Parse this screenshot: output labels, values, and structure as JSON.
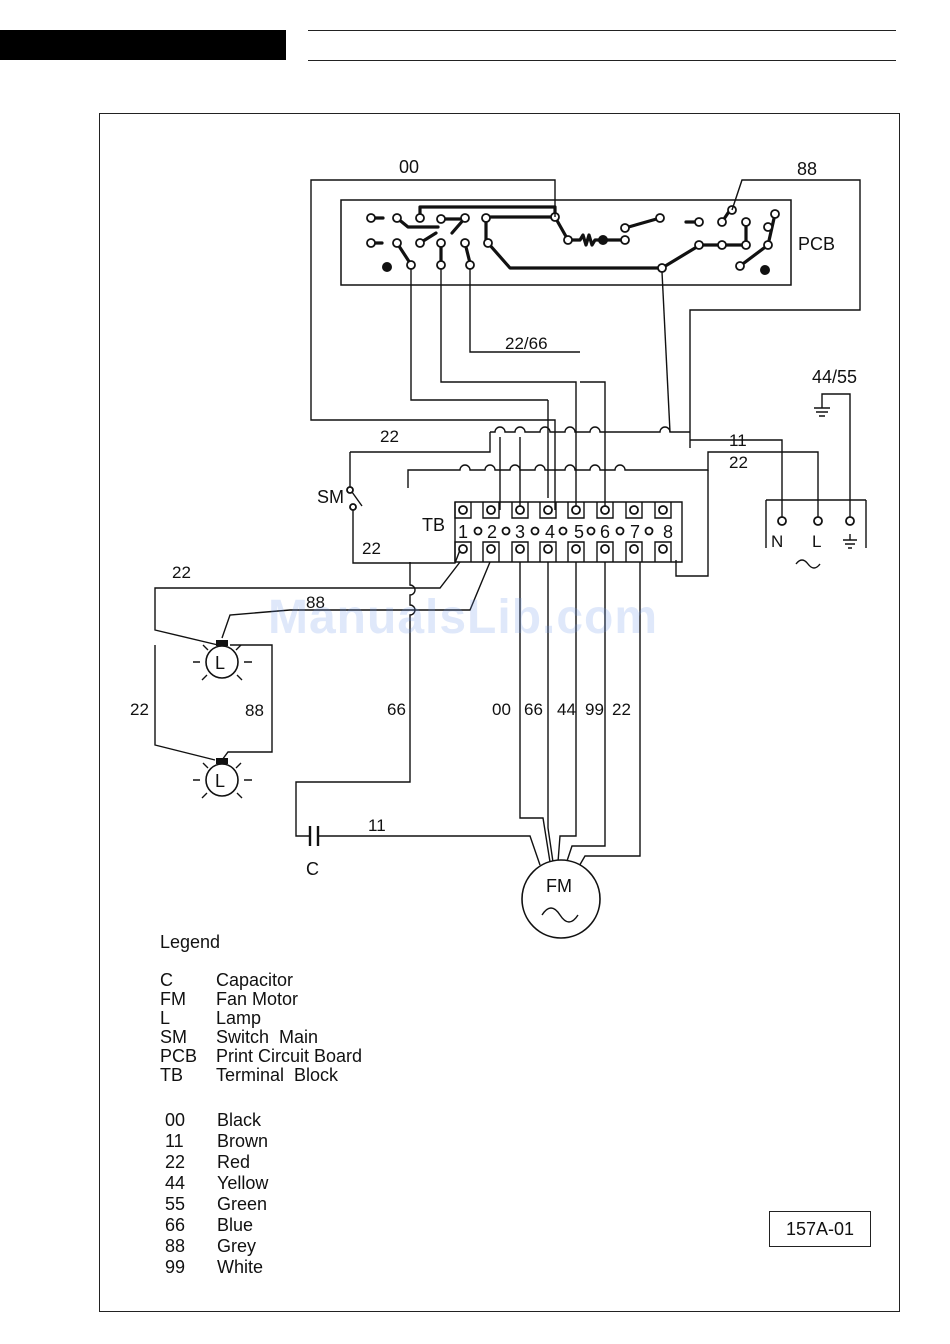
{
  "diagram": {
    "pcb_label": "PCB",
    "tb_label": "TB",
    "sm_label": "SM",
    "capacitor_label": "C",
    "fan_motor_label": "FM",
    "lamp_label": "L",
    "wire_labels": {
      "pcb_top": "00",
      "pcb_right": "88",
      "pcb_mid": "22/66",
      "supply": "44/55",
      "sm_top": "22",
      "n_line": "11",
      "l_line": "22",
      "sm_bottom": "22",
      "lamp_top": "22",
      "lamp_feed": "88",
      "lamp_left": "22",
      "lamp_right": "88",
      "cap_feed": "66",
      "cap_motor": "11",
      "motor_00": "00",
      "motor_66": "66",
      "motor_44": "44",
      "motor_99": "99",
      "motor_22": "22"
    },
    "terminals": [
      "1",
      "2",
      "3",
      "4",
      "5",
      "6",
      "7",
      "8"
    ],
    "supply_terminals": [
      "N",
      "L",
      "⏚"
    ]
  },
  "legend": {
    "title": "Legend",
    "components": [
      {
        "code": "C",
        "name": "Capacitor"
      },
      {
        "code": "FM",
        "name": "Fan Motor"
      },
      {
        "code": "L",
        "name": "Lamp"
      },
      {
        "code": "SM",
        "name": "Switch  Main"
      },
      {
        "code": "PCB",
        "name": "Print Circuit Board"
      },
      {
        "code": "TB",
        "name": "Terminal  Block"
      }
    ],
    "colors": [
      {
        "code": "00",
        "name": "Black"
      },
      {
        "code": "11",
        "name": "Brown"
      },
      {
        "code": "22",
        "name": "Red"
      },
      {
        "code": "44",
        "name": "Yellow"
      },
      {
        "code": "55",
        "name": "Green"
      },
      {
        "code": "66",
        "name": "Blue"
      },
      {
        "code": "88",
        "name": "Grey"
      },
      {
        "code": "99",
        "name": "White"
      }
    ]
  },
  "reference": "157A-01",
  "watermark": "ManualsLib.com"
}
